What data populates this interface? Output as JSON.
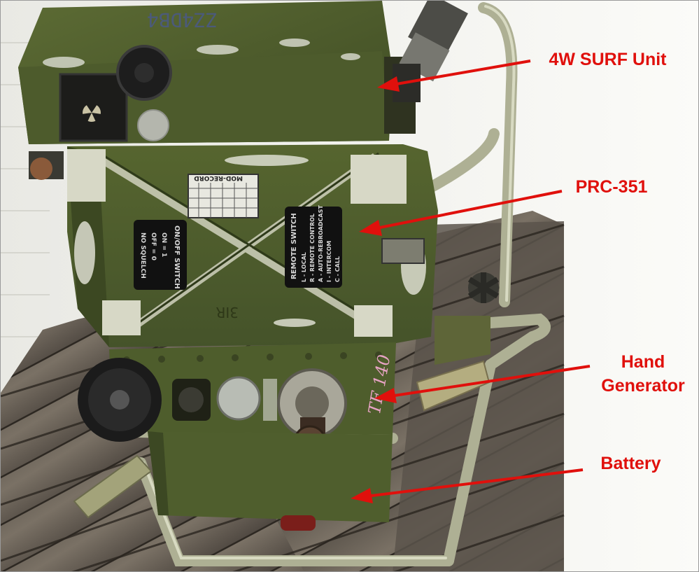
{
  "labels": {
    "surf_unit": "4W SURF Unit",
    "prc": "PRC-351",
    "hand": "Hand",
    "generator": "Generator",
    "battery": "Battery"
  },
  "markings": {
    "remote_plate_title": "REMOTE SWITCH",
    "remote_plate_lines": [
      "L - LOCAL",
      "R - REMOTE CONTROL",
      "A - AUTO-REBROADCAST",
      "I - INTERCOM",
      "C - CALL"
    ],
    "on_off_plate_title": "ON/OFF SWITCH",
    "on_off_plate_lines": [
      "ON = 1",
      "OFF = 0",
      "NO SQUELCH"
    ],
    "channel_title": "MOD-RECORD",
    "handwritten_tag": "TF 140",
    "top_marking": "ZZ4DB4",
    "stencil": "3IR"
  },
  "colors": {
    "annotation_red": "#e0100c",
    "olive_green": "#4f5e2c",
    "frame_tan": "#b7b79c",
    "deck_wood": "#6a6156"
  }
}
